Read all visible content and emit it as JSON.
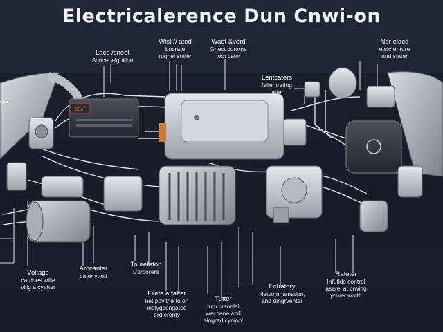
{
  "title": "Electricalerence Dun Cnwi-on",
  "colors": {
    "background": "#1b2130",
    "wire": "#d9dde4",
    "component": "#c9cdd4",
    "dark_component": "#3a3e46",
    "accent_red": "#c0392b"
  },
  "labels": {
    "wist": {
      "head": "Wist // ated",
      "sub": "bucrate\nrughel stater"
    },
    "waet": {
      "head": "Waet &verd",
      "sub": "Gnect curtone\ntoot cator"
    },
    "lace": {
      "head": "Lace /sneet",
      "sub": "Scocer eiguillon"
    },
    "nor_elacd": {
      "head": "Nor elacd",
      "sub": "etsic ertture\nand stater"
    },
    "lentcaters": {
      "head": "Lentcaters",
      "sub": "fallentrating\niatter"
    },
    "left_tag": {
      "head": "tes",
      "sub": ""
    },
    "voltage": {
      "head": "Voltage",
      "sub": "cardoes wille\nvillg a cyatter"
    },
    "arccanter": {
      "head": "Arccanter",
      "sub": "cater ytted"
    },
    "tourefaton": {
      "head": "Tourefaton",
      "sub": "Corcorere"
    },
    "filete": {
      "head": "Filete a fatter",
      "sub": "net povitne to on\ninstygcengated\nerd crenty"
    },
    "tutter": {
      "head": "Tutter",
      "sub": "turtcorsonlal\nwecnene and\neiogred cynion'"
    },
    "ectratory": {
      "head": "Ectratory",
      "sub": "Netcomhamation,\nand dingrventer"
    },
    "rateter": {
      "head": "Rateter",
      "sub": "Infuflds control\nasarel at crwing\nyower worth"
    }
  },
  "badge_text": "BEAT"
}
